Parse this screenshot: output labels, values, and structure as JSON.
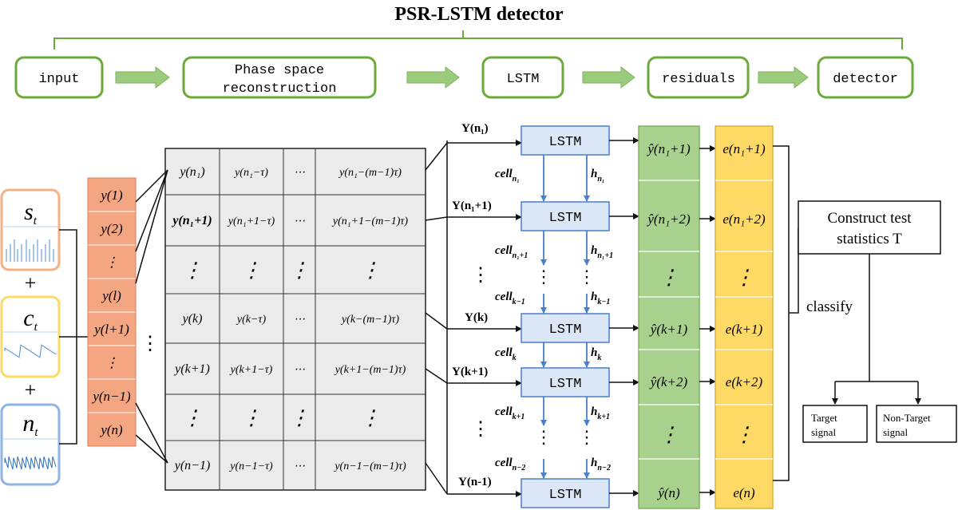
{
  "title": "PSR-LSTM detector",
  "pipeline": [
    "input",
    "Phase space",
    "reconstruction",
    "LSTM",
    "residuals",
    "detector"
  ],
  "signals": {
    "s": "s",
    "s_sub": "t",
    "c": "c",
    "c_sub": "t",
    "n": "n",
    "n_sub": "t",
    "plus": "+"
  },
  "series": [
    "y(1)",
    "y(2)",
    "⋮",
    "y(l)",
    "y(l+1)",
    "⋮",
    "y(n−1)",
    "y(n)"
  ],
  "matrix": {
    "rows": [
      [
        "y(n₁)",
        "y(n₁−τ)",
        "⋯",
        "y(n₁−(m−1)τ)"
      ],
      [
        "y(n₁+1)",
        "y(n₁+1−τ)",
        "⋯",
        "y(n₁+1−(m−1)τ)"
      ],
      [
        "⋮",
        "⋮",
        "⋮",
        "⋮"
      ],
      [
        "y(k)",
        "y(k−τ)",
        "⋯",
        "y(k−(m−1)τ)"
      ],
      [
        "y(k+1)",
        "y(k+1−τ)",
        "⋯",
        "y(k+1−(m−1)τ)"
      ],
      [
        "⋮",
        "⋮",
        "⋮",
        "⋮"
      ],
      [
        "y(n−1)",
        "y(n−1−τ)",
        "⋯",
        "y(n−1−(m−1)τ)"
      ]
    ],
    "gap_dots": "⋮"
  },
  "lstm": {
    "label": "LSTM",
    "inputs": [
      "Y(n₁)",
      "Y(n₁+1)",
      "Y(k)",
      "Y(k+1)",
      "Y(n-1)"
    ],
    "cells": [
      "cell",
      "cell",
      "cell",
      "cell",
      "cell",
      "cell"
    ],
    "cell_subs": [
      "n₁",
      "n₁+1",
      "k−1",
      "k",
      "k+1",
      "n−2"
    ],
    "hs": [
      "h",
      "h",
      "h",
      "h",
      "h",
      "h"
    ],
    "h_subs": [
      "n₁",
      "n₁+1",
      "k−1",
      "k",
      "k+1",
      "n−2"
    ],
    "dots": "⋮"
  },
  "predictions": [
    "ŷ(n₁+1)",
    "ŷ(n₁+2)",
    "⋮",
    "ŷ(k+1)",
    "ŷ(k+2)",
    "⋮",
    "ŷ(n)"
  ],
  "residuals": [
    "e(n₁+1)",
    "e(n₁+2)",
    "⋮",
    "e(k+1)",
    "e(k+2)",
    "⋮",
    "e(n)"
  ],
  "test": {
    "line1": "Construct test",
    "line2": "statistics T",
    "classify": "classify",
    "target1": "Target",
    "target2": "signal",
    "nontarget1": "Non-Target",
    "nontarget2": "signal"
  },
  "colors": {
    "pipeline_green": "#6aaa3a",
    "arrow_green": "#9bcb7c",
    "series_orange": "#f4a582",
    "matrix_gray": "#ebebeb",
    "lstm_blue": "#dbe7f7",
    "pred_green": "#a9d18e",
    "resid_yellow": "#ffd966",
    "link_blue": "#4a7fc9"
  }
}
